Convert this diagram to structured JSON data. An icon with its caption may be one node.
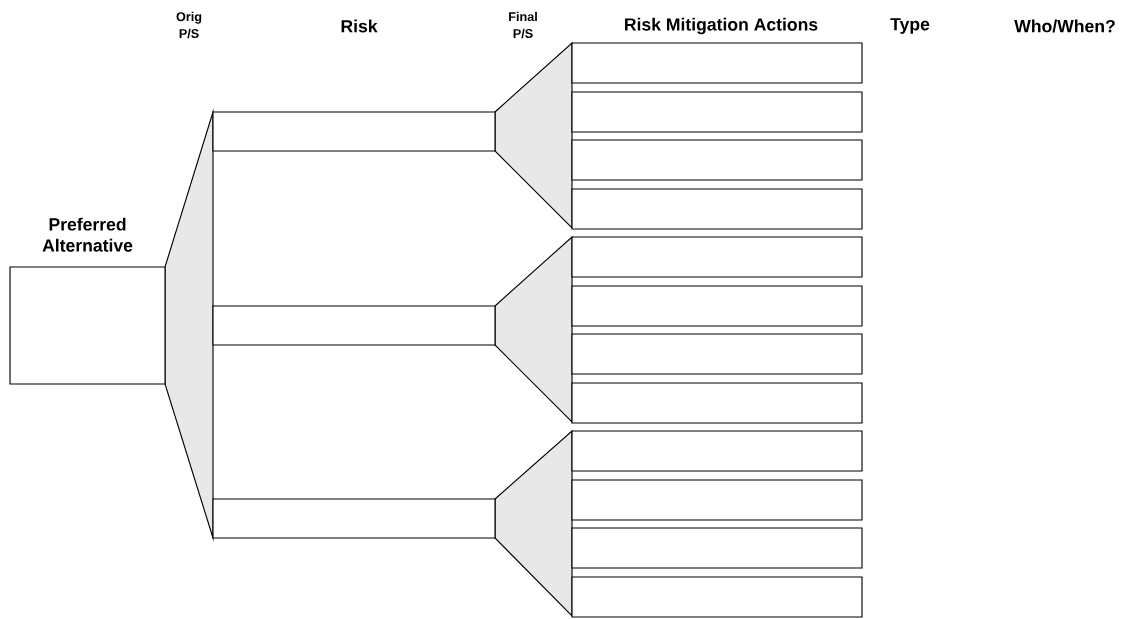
{
  "diagram": {
    "nodes": [
      {
        "text": [
          "Preferred Alternative"
        ]
      },
      {
        "text": [],
        "shape": "trapezoid"
      },
      {
        "text": [],
        "shape": "box"
      },
      {
        "text": [],
        "shape": "box"
      },
      {
        "text": [],
        "shape": "box"
      },
      {
        "text": [],
        "shape": "trapezoid"
      },
      {
        "text": [],
        "shape": "trapezoid"
      },
      {
        "text": [],
        "shape": "trapezoid"
      },
      {
        "text": [],
        "shape": "box"
      },
      {
        "text": [],
        "shape": "box"
      },
      {
        "text": [],
        "shape": "box"
      },
      {
        "text": [],
        "shape": "box"
      },
      {
        "text": [],
        "shape": "box"
      },
      {
        "text": [],
        "shape": "box"
      },
      {
        "text": [],
        "shape": "box"
      },
      {
        "text": [],
        "shape": "box"
      },
      {
        "text": [],
        "shape": "box"
      },
      {
        "text": [],
        "shape": "box"
      },
      {
        "text": [],
        "shape": "box"
      },
      {
        "text": [],
        "shape": "box"
      }
    ],
    "labels": [
      "Orig P/S",
      "Risk",
      "Final P/S",
      "Risk Mitigation Actions",
      "Type",
      "Who/When?"
    ]
  }
}
